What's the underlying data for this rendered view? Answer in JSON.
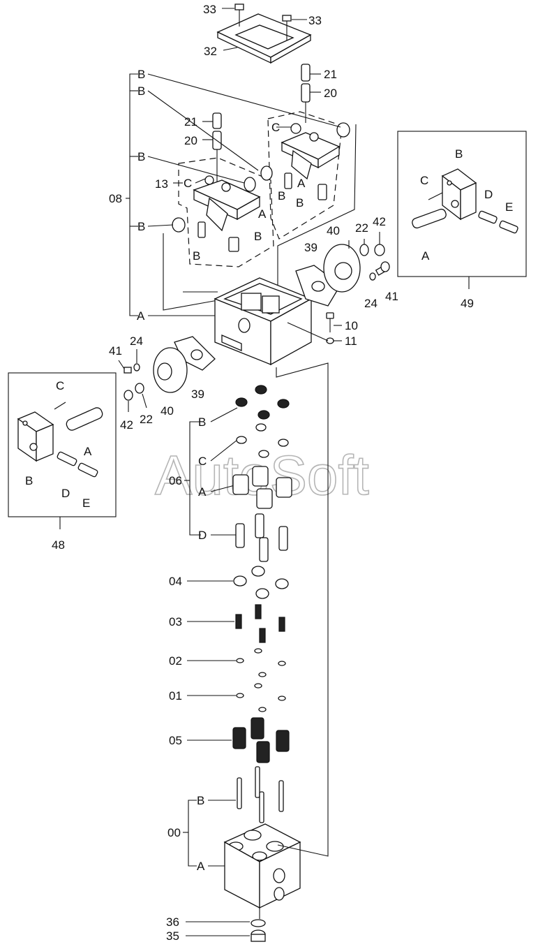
{
  "watermark": "AutoSoft",
  "callouts": {
    "c33a": "33",
    "c33b": "33",
    "c32": "32",
    "c21a": "21",
    "c20a": "20",
    "c21b": "21",
    "c20b": "20",
    "c13": "13",
    "c08": "08",
    "cB1": "B",
    "cB2": "B",
    "cB3": "B",
    "cB4": "B",
    "cC1": "C",
    "cC2": "C",
    "cA1": "A",
    "cA2": "A",
    "cA3": "A",
    "cB5": "B",
    "cB6": "B",
    "cB7": "B",
    "c40r": "40",
    "c39r": "39",
    "c22r": "22",
    "c42r": "42",
    "c24r": "24",
    "c41r": "41",
    "c10": "10",
    "c11": "11",
    "c41l": "41",
    "c24l": "24",
    "c39l": "39",
    "c40l": "40",
    "c42l": "42",
    "c22l": "22",
    "c06": "06",
    "c06B": "B",
    "c06C": "C",
    "c06A": "A",
    "c06D": "D",
    "c04": "04",
    "c03": "03",
    "c02": "02",
    "c01": "01",
    "c05": "05",
    "c00": "00",
    "c00B": "B",
    "c00A": "A",
    "c36": "36",
    "c35": "35"
  },
  "inset_49": {
    "number": "49",
    "labels": {
      "B": "B",
      "C": "C",
      "D": "D",
      "E": "E",
      "A": "A"
    }
  },
  "inset_48": {
    "number": "48",
    "labels": {
      "C": "C",
      "A": "A",
      "B": "B",
      "D": "D",
      "E": "E"
    }
  }
}
